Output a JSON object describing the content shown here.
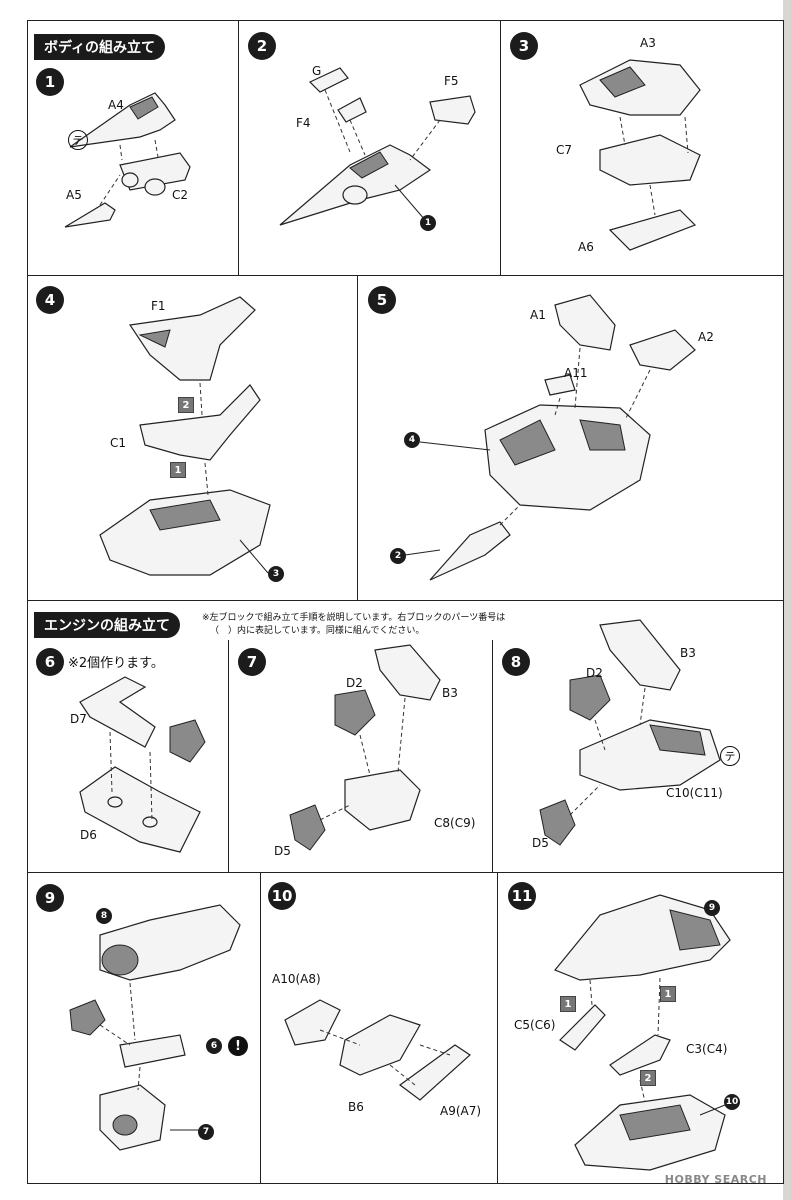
{
  "sections": {
    "body_title": "ボディの組み立て",
    "engine_title": "エンジンの組み立て",
    "engine_note_line1": "※左ブロックで組み立て手順を説明しています。右ブロックのパーツ番号は",
    "engine_note_line2": "（　）内に表記しています。同様に組んでください。"
  },
  "steps": {
    "s1": {
      "num": "1",
      "labels": {
        "a4": "A4",
        "a5": "A5",
        "c2": "C2"
      },
      "mark": "テ"
    },
    "s2": {
      "num": "2",
      "labels": {
        "g": "G",
        "f4": "F4",
        "f5": "F5"
      },
      "ref": "1"
    },
    "s3": {
      "num": "3",
      "labels": {
        "a3": "A3",
        "c7": "C7",
        "a6": "A6"
      }
    },
    "s4": {
      "num": "4",
      "labels": {
        "f1": "F1",
        "c1": "C1"
      },
      "order": [
        "2",
        "1"
      ],
      "ref": "3"
    },
    "s5": {
      "num": "5",
      "labels": {
        "a1": "A1",
        "a2": "A2",
        "a11": "A11"
      },
      "refs": [
        "4",
        "2"
      ]
    },
    "s6": {
      "num": "6",
      "note": "※2個作ります。",
      "labels": {
        "d7": "D7",
        "d6": "D6"
      }
    },
    "s7": {
      "num": "7",
      "labels": {
        "d2": "D2",
        "b3": "B3",
        "c8": "C8(C9)",
        "d5": "D5"
      }
    },
    "s8": {
      "num": "8",
      "labels": {
        "d2": "D2",
        "b3": "B3",
        "c10": "C10(C11)",
        "d5": "D5"
      },
      "mark": "テ"
    },
    "s9": {
      "num": "9",
      "refs": [
        "8",
        "6",
        "7"
      ],
      "warn": "!"
    },
    "s10": {
      "num": "10",
      "labels": {
        "a10": "A10(A8)",
        "b6": "B6",
        "a9": "A9(A7)"
      }
    },
    "s11": {
      "num": "11",
      "labels": {
        "c5": "C5(C6)",
        "c3": "C3(C4)"
      },
      "order": [
        "1",
        "1",
        "2"
      ],
      "refs": [
        "9",
        "10"
      ]
    }
  },
  "watermark": "HOBBY SEARCH"
}
